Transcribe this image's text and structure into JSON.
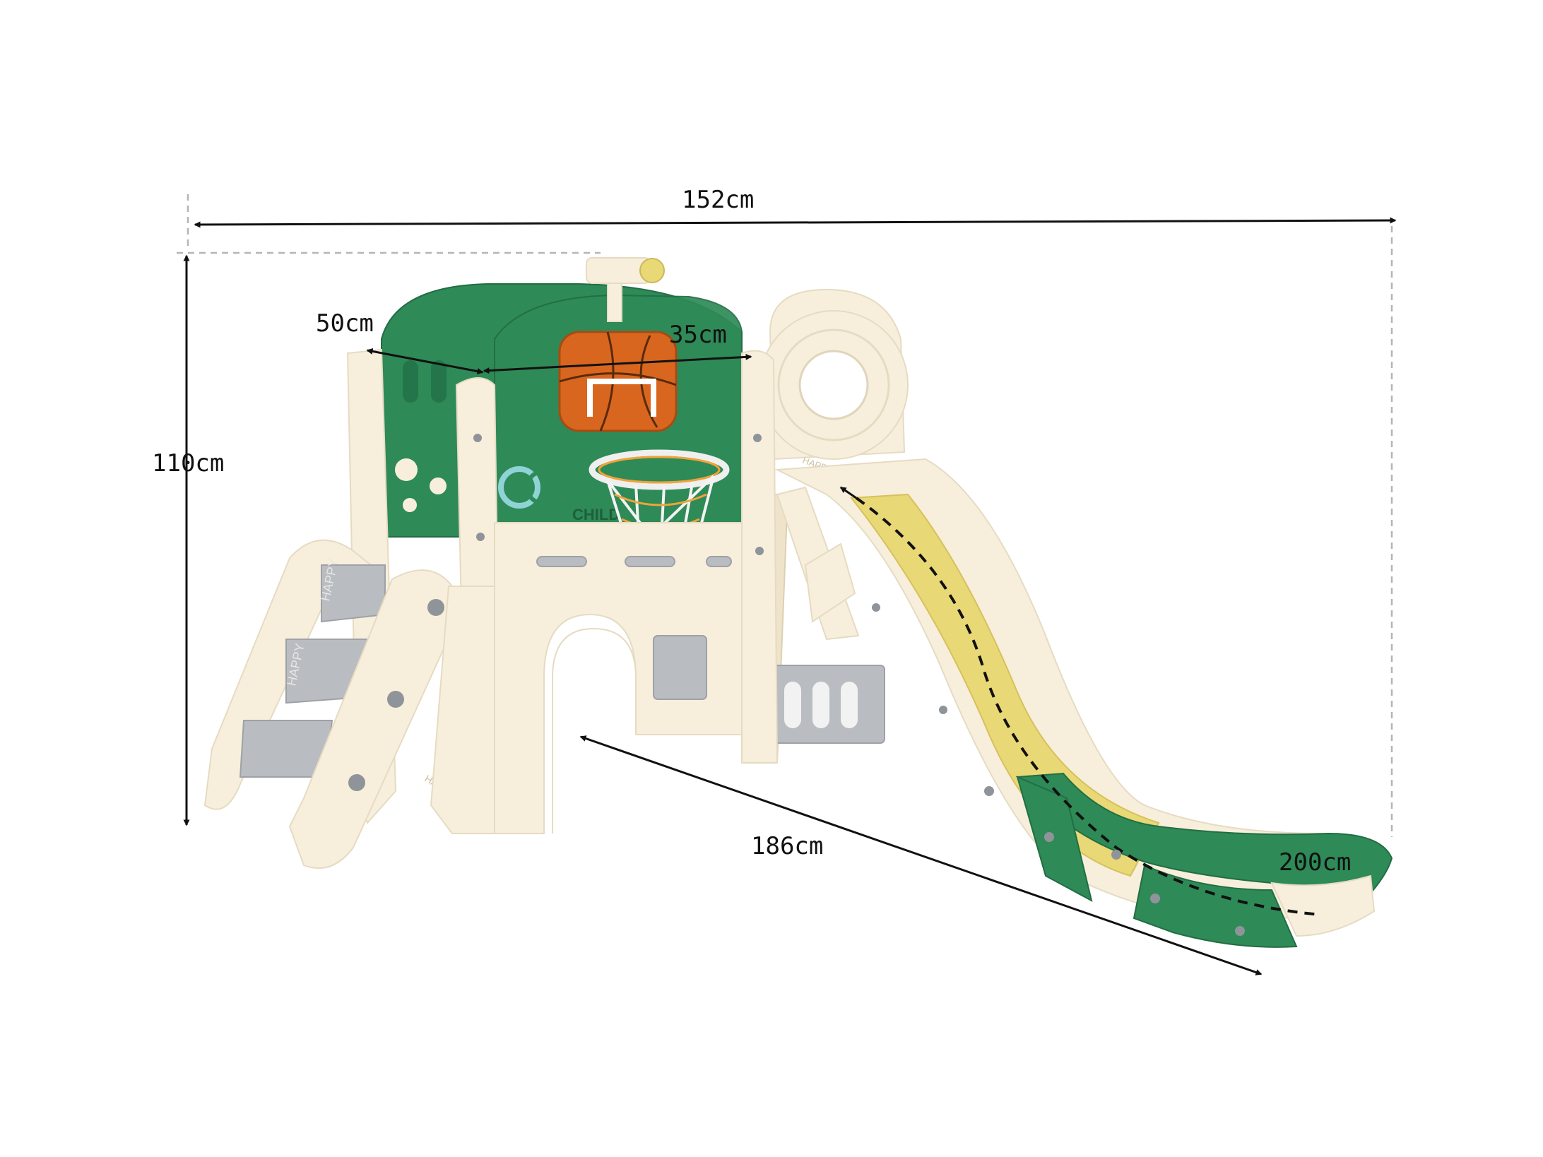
{
  "dimensions": {
    "overall_width": "152cm",
    "height": "110cm",
    "platform_depth": "50cm",
    "platform_width": "35cm",
    "base_length": "186cm",
    "slide_length": "200cm"
  },
  "product_text": {
    "step_brand": "HAPPY",
    "panel_brand": "CHILD",
    "tower_brand": "HAPPY CHILD"
  },
  "colors": {
    "green": "#2e8a57",
    "cream": "#f7efdc",
    "yellow": "#e9d876",
    "grey": "#b9bcc0",
    "basketball": "#d9661f"
  }
}
